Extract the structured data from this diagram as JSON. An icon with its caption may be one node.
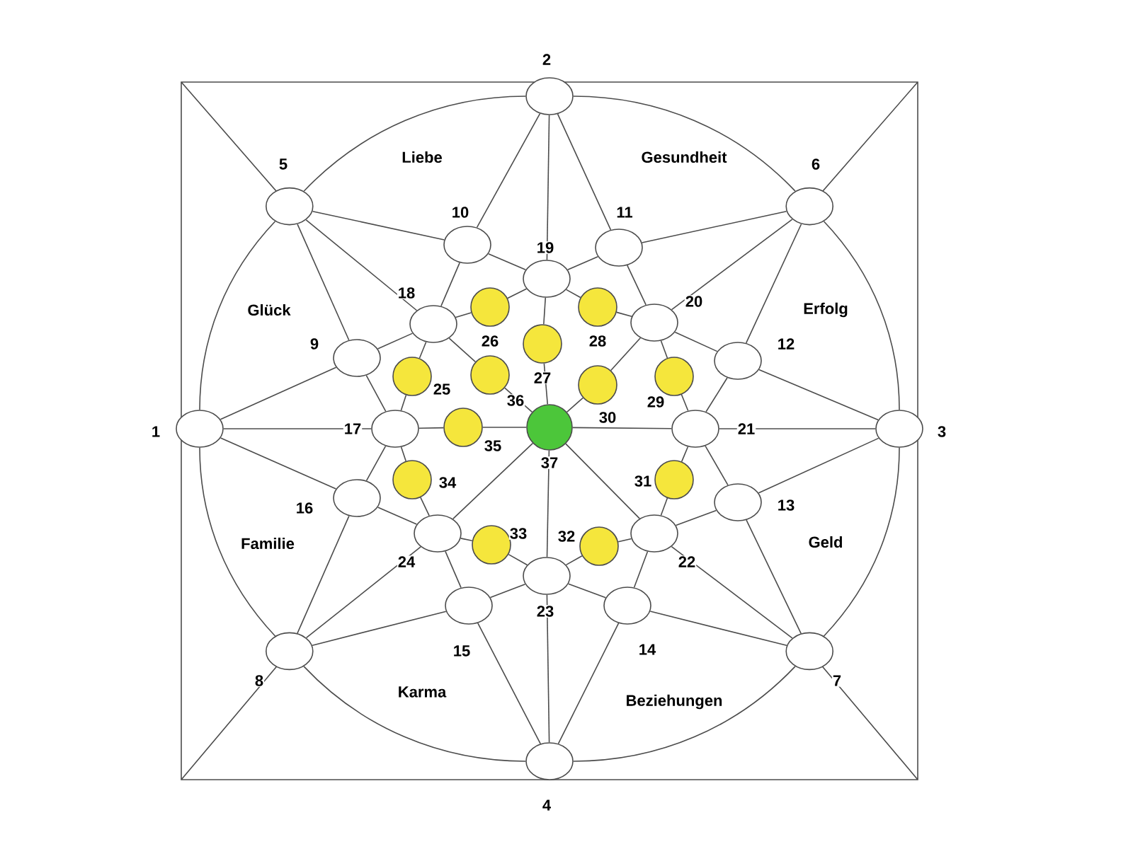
{
  "diagram": {
    "nodes": [
      {
        "text": [],
        "shape": "circle",
        "beside": [
          "1"
        ]
      },
      {
        "text": [],
        "shape": "circle",
        "beside": [
          "2"
        ]
      },
      {
        "text": [],
        "shape": "circle",
        "beside": [
          "3"
        ]
      },
      {
        "text": [],
        "shape": "circle",
        "beside": [
          "4"
        ]
      },
      {
        "text": [],
        "shape": "circle",
        "beside": [
          "5"
        ]
      },
      {
        "text": [],
        "shape": "circle",
        "beside": [
          "6"
        ]
      },
      {
        "text": [],
        "shape": "circle",
        "beside": [
          "7"
        ]
      },
      {
        "text": [],
        "shape": "circle",
        "beside": [
          "8"
        ]
      },
      {
        "text": [],
        "shape": "circle",
        "beside": [
          "9"
        ]
      },
      {
        "text": [],
        "shape": "circle",
        "beside": [
          "10"
        ]
      },
      {
        "text": [],
        "shape": "circle",
        "beside": [
          "11"
        ]
      },
      {
        "text": [],
        "shape": "circle",
        "beside": [
          "12"
        ]
      },
      {
        "text": [],
        "shape": "circle",
        "beside": [
          "13"
        ]
      },
      {
        "text": [],
        "shape": "circle",
        "beside": [
          "14"
        ]
      },
      {
        "text": [],
        "shape": "circle",
        "beside": [
          "15"
        ]
      },
      {
        "text": [],
        "shape": "circle",
        "beside": [
          "16"
        ]
      },
      {
        "text": [],
        "shape": "circle",
        "beside": [
          "17"
        ]
      },
      {
        "text": [],
        "shape": "circle",
        "beside": [
          "18"
        ]
      },
      {
        "text": [],
        "shape": "circle",
        "beside": [
          "19"
        ]
      },
      {
        "text": [],
        "shape": "circle",
        "beside": [
          "20"
        ]
      },
      {
        "text": [],
        "shape": "circle",
        "beside": [
          "21"
        ]
      },
      {
        "text": [],
        "shape": "circle",
        "beside": [
          "22"
        ]
      },
      {
        "text": [],
        "shape": "circle",
        "beside": [
          "23"
        ]
      },
      {
        "text": [],
        "shape": "circle",
        "beside": [
          "24"
        ]
      },
      {
        "text": [],
        "shape": "circle",
        "beside": [
          "25"
        ]
      },
      {
        "text": [],
        "shape": "circle",
        "beside": [
          "26"
        ]
      },
      {
        "text": [],
        "shape": "circle",
        "beside": [
          "27"
        ]
      },
      {
        "text": [],
        "shape": "circle",
        "beside": [
          "28"
        ]
      },
      {
        "text": [],
        "shape": "circle",
        "beside": [
          "29"
        ]
      },
      {
        "text": [],
        "shape": "circle",
        "beside": [
          "30"
        ]
      },
      {
        "text": [],
        "shape": "circle",
        "beside": [
          "31"
        ]
      },
      {
        "text": [],
        "shape": "circle",
        "beside": [
          "32"
        ]
      },
      {
        "text": [],
        "shape": "circle",
        "beside": [
          "33"
        ]
      },
      {
        "text": [],
        "shape": "circle",
        "beside": [
          "34"
        ]
      },
      {
        "text": [],
        "shape": "circle",
        "beside": [
          "35"
        ]
      },
      {
        "text": [],
        "shape": "circle",
        "beside": [
          "36"
        ]
      },
      {
        "text": [],
        "shape": "circle",
        "beside": [
          "37"
        ]
      }
    ],
    "edges": [
      {
        "from": 0,
        "to": 4,
        "arrow": "none"
      },
      {
        "from": 4,
        "to": 1,
        "arrow": "none"
      },
      {
        "from": 1,
        "to": 5,
        "arrow": "none"
      },
      {
        "from": 5,
        "to": 2,
        "arrow": "none"
      },
      {
        "from": 2,
        "to": 6,
        "arrow": "none"
      },
      {
        "from": 6,
        "to": 3,
        "arrow": "none"
      },
      {
        "from": 3,
        "to": 7,
        "arrow": "none"
      },
      {
        "from": 7,
        "to": 0,
        "arrow": "none"
      },
      {
        "from": 0,
        "to": 8,
        "arrow": "none"
      },
      {
        "from": 0,
        "to": 16,
        "arrow": "none"
      },
      {
        "from": 0,
        "to": 15,
        "arrow": "none"
      },
      {
        "from": 4,
        "to": 8,
        "arrow": "none"
      },
      {
        "from": 4,
        "to": 17,
        "arrow": "none"
      },
      {
        "from": 4,
        "to": 9,
        "arrow": "none"
      },
      {
        "from": 1,
        "to": 9,
        "arrow": "none"
      },
      {
        "from": 1,
        "to": 18,
        "arrow": "none"
      },
      {
        "from": 1,
        "to": 10,
        "arrow": "none"
      },
      {
        "from": 5,
        "to": 10,
        "arrow": "none"
      },
      {
        "from": 5,
        "to": 19,
        "arrow": "none"
      },
      {
        "from": 5,
        "to": 11,
        "arrow": "none"
      },
      {
        "from": 2,
        "to": 11,
        "arrow": "none"
      },
      {
        "from": 2,
        "to": 20,
        "arrow": "none"
      },
      {
        "from": 2,
        "to": 12,
        "arrow": "none"
      },
      {
        "from": 6,
        "to": 12,
        "arrow": "none"
      },
      {
        "from": 6,
        "to": 21,
        "arrow": "none"
      },
      {
        "from": 6,
        "to": 13,
        "arrow": "none"
      },
      {
        "from": 3,
        "to": 13,
        "arrow": "none"
      },
      {
        "from": 3,
        "to": 22,
        "arrow": "none"
      },
      {
        "from": 3,
        "to": 14,
        "arrow": "none"
      },
      {
        "from": 7,
        "to": 14,
        "arrow": "none"
      },
      {
        "from": 7,
        "to": 23,
        "arrow": "none"
      },
      {
        "from": 7,
        "to": 15,
        "arrow": "none"
      },
      {
        "from": 8,
        "to": 16,
        "arrow": "none"
      },
      {
        "from": 8,
        "to": 17,
        "arrow": "none"
      },
      {
        "from": 9,
        "to": 17,
        "arrow": "none"
      },
      {
        "from": 9,
        "to": 18,
        "arrow": "none"
      },
      {
        "from": 10,
        "to": 18,
        "arrow": "none"
      },
      {
        "from": 10,
        "to": 19,
        "arrow": "none"
      },
      {
        "from": 11,
        "to": 19,
        "arrow": "none"
      },
      {
        "from": 11,
        "to": 20,
        "arrow": "none"
      },
      {
        "from": 12,
        "to": 20,
        "arrow": "none"
      },
      {
        "from": 12,
        "to": 21,
        "arrow": "none"
      },
      {
        "from": 13,
        "to": 21,
        "arrow": "none"
      },
      {
        "from": 13,
        "to": 22,
        "arrow": "none"
      },
      {
        "from": 14,
        "to": 22,
        "arrow": "none"
      },
      {
        "from": 14,
        "to": 23,
        "arrow": "none"
      },
      {
        "from": 15,
        "to": 23,
        "arrow": "none"
      },
      {
        "from": 15,
        "to": 16,
        "arrow": "none"
      },
      {
        "from": 16,
        "to": 24,
        "arrow": "none"
      },
      {
        "from": 24,
        "to": 17,
        "arrow": "none"
      },
      {
        "from": 17,
        "to": 25,
        "arrow": "none"
      },
      {
        "from": 25,
        "to": 18,
        "arrow": "none"
      },
      {
        "from": 18,
        "to": 27,
        "arrow": "none"
      },
      {
        "from": 27,
        "to": 19,
        "arrow": "none"
      },
      {
        "from": 19,
        "to": 28,
        "arrow": "none"
      },
      {
        "from": 28,
        "to": 20,
        "arrow": "none"
      },
      {
        "from": 20,
        "to": 30,
        "arrow": "none"
      },
      {
        "from": 30,
        "to": 21,
        "arrow": "none"
      },
      {
        "from": 21,
        "to": 31,
        "arrow": "none"
      },
      {
        "from": 31,
        "to": 22,
        "arrow": "none"
      },
      {
        "from": 22,
        "to": 32,
        "arrow": "none"
      },
      {
        "from": 32,
        "to": 23,
        "arrow": "none"
      },
      {
        "from": 23,
        "to": 33,
        "arrow": "none"
      },
      {
        "from": 33,
        "to": 16,
        "arrow": "none"
      },
      {
        "from": 16,
        "to": 34,
        "arrow": "none"
      },
      {
        "from": 34,
        "to": 36,
        "arrow": "none"
      },
      {
        "from": 17,
        "to": 35,
        "arrow": "none"
      },
      {
        "from": 35,
        "to": 36,
        "arrow": "none"
      },
      {
        "from": 18,
        "to": 26,
        "arrow": "none"
      },
      {
        "from": 26,
        "to": 36,
        "arrow": "none"
      },
      {
        "from": 19,
        "to": 29,
        "arrow": "none"
      },
      {
        "from": 29,
        "to": 36,
        "arrow": "none"
      },
      {
        "from": 20,
        "to": 36,
        "arrow": "none"
      },
      {
        "from": 21,
        "to": 36,
        "arrow": "none"
      },
      {
        "from": 22,
        "to": 36,
        "arrow": "none"
      },
      {
        "from": 23,
        "to": 36,
        "arrow": "none"
      }
    ],
    "labels": [
      "Liebe",
      "Gesundheit",
      "Glück",
      "Erfolg",
      "Familie",
      "Geld",
      "Karma",
      "Beziehungen"
    ]
  }
}
